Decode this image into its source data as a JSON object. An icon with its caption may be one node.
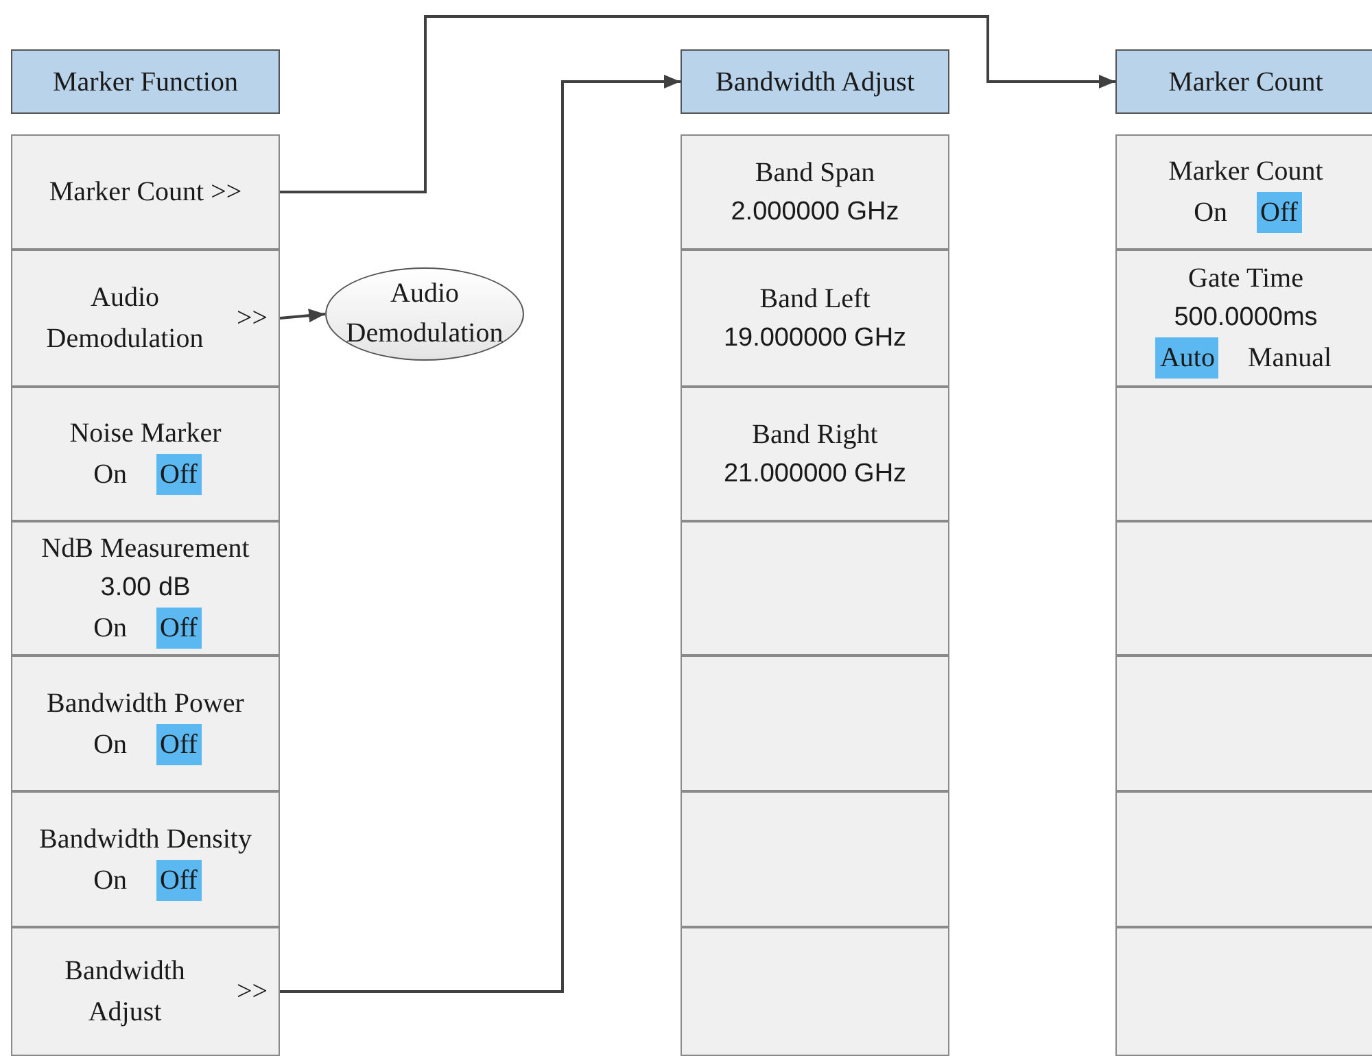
{
  "diagram": {
    "nodes": [
      {
        "text": [
          "Marker Function"
        ]
      },
      {
        "text": [
          "Marker Count >>"
        ]
      },
      {
        "text": [
          "Audio Demodulation",
          ">>"
        ]
      },
      {
        "text": [
          "Noise Marker",
          "On",
          "Off"
        ]
      },
      {
        "text": [
          "NdB Measurement",
          "3.00 dB",
          "On",
          "Off"
        ]
      },
      {
        "text": [
          "Bandwidth Power",
          "On",
          "Off"
        ]
      },
      {
        "text": [
          "Bandwidth Density",
          "On",
          "Off"
        ]
      },
      {
        "text": [
          "Bandwidth Adjust",
          ">>"
        ]
      },
      {
        "text": [
          "Audio Demodulation"
        ]
      },
      {
        "text": [
          "Bandwidth Adjust"
        ]
      },
      {
        "text": [
          "Band Span",
          "2.000000 GHz"
        ]
      },
      {
        "text": [
          "Band Left",
          "19.000000 GHz"
        ]
      },
      {
        "text": [
          "Band Right",
          "21.000000 GHz"
        ]
      },
      {
        "text": [],
        "shape": "box"
      },
      {
        "text": [],
        "shape": "box"
      },
      {
        "text": [],
        "shape": "box"
      },
      {
        "text": [],
        "shape": "box"
      },
      {
        "text": [
          "Marker Count"
        ]
      },
      {
        "text": [
          "Marker Count",
          "On",
          "Off"
        ]
      },
      {
        "text": [
          "Gate Time",
          "500.0000ms",
          "Auto",
          "Manual"
        ]
      },
      {
        "text": [],
        "shape": "box"
      },
      {
        "text": [],
        "shape": "box"
      },
      {
        "text": [],
        "shape": "box"
      },
      {
        "text": [],
        "shape": "box"
      },
      {
        "text": [],
        "shape": "box"
      }
    ],
    "edges": [
      {
        "from": 1,
        "to": 17,
        "arrow": "to"
      },
      {
        "from": 2,
        "to": 8,
        "arrow": "to"
      },
      {
        "from": 7,
        "to": 9,
        "arrow": "to"
      }
    ]
  }
}
